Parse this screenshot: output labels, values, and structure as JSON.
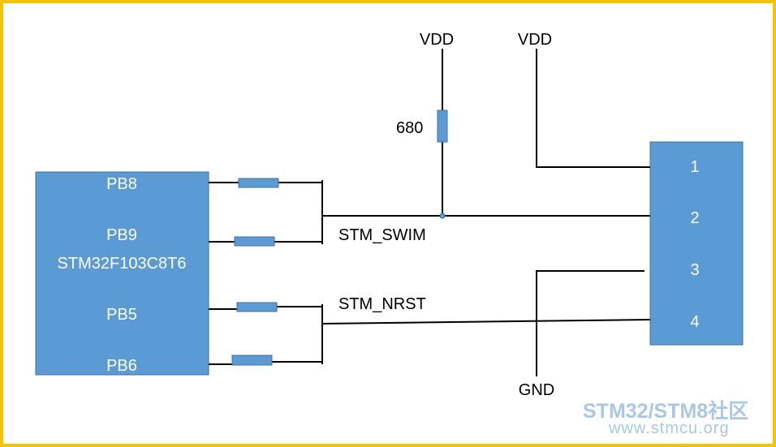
{
  "colors": {
    "frame": "#f5c400",
    "component_fill": "#5b9bd5",
    "component_stroke": "#41719c",
    "wire": "#000000",
    "watermark": "#a9c7e6"
  },
  "mcu": {
    "pins": [
      "PB8",
      "PB9",
      "PB5",
      "PB6"
    ],
    "name": "STM32F103C8T6"
  },
  "connector": {
    "pins": [
      "1",
      "2",
      "3",
      "4"
    ]
  },
  "labels": {
    "vdd_left": "VDD",
    "vdd_right": "VDD",
    "pullup_value": "680",
    "swim_net": "STM_SWIM",
    "nrst_net": "STM_NRST",
    "gnd": "GND"
  },
  "watermark": {
    "line1": "STM32/STM8社区",
    "line2": "www.stmcu.org"
  }
}
